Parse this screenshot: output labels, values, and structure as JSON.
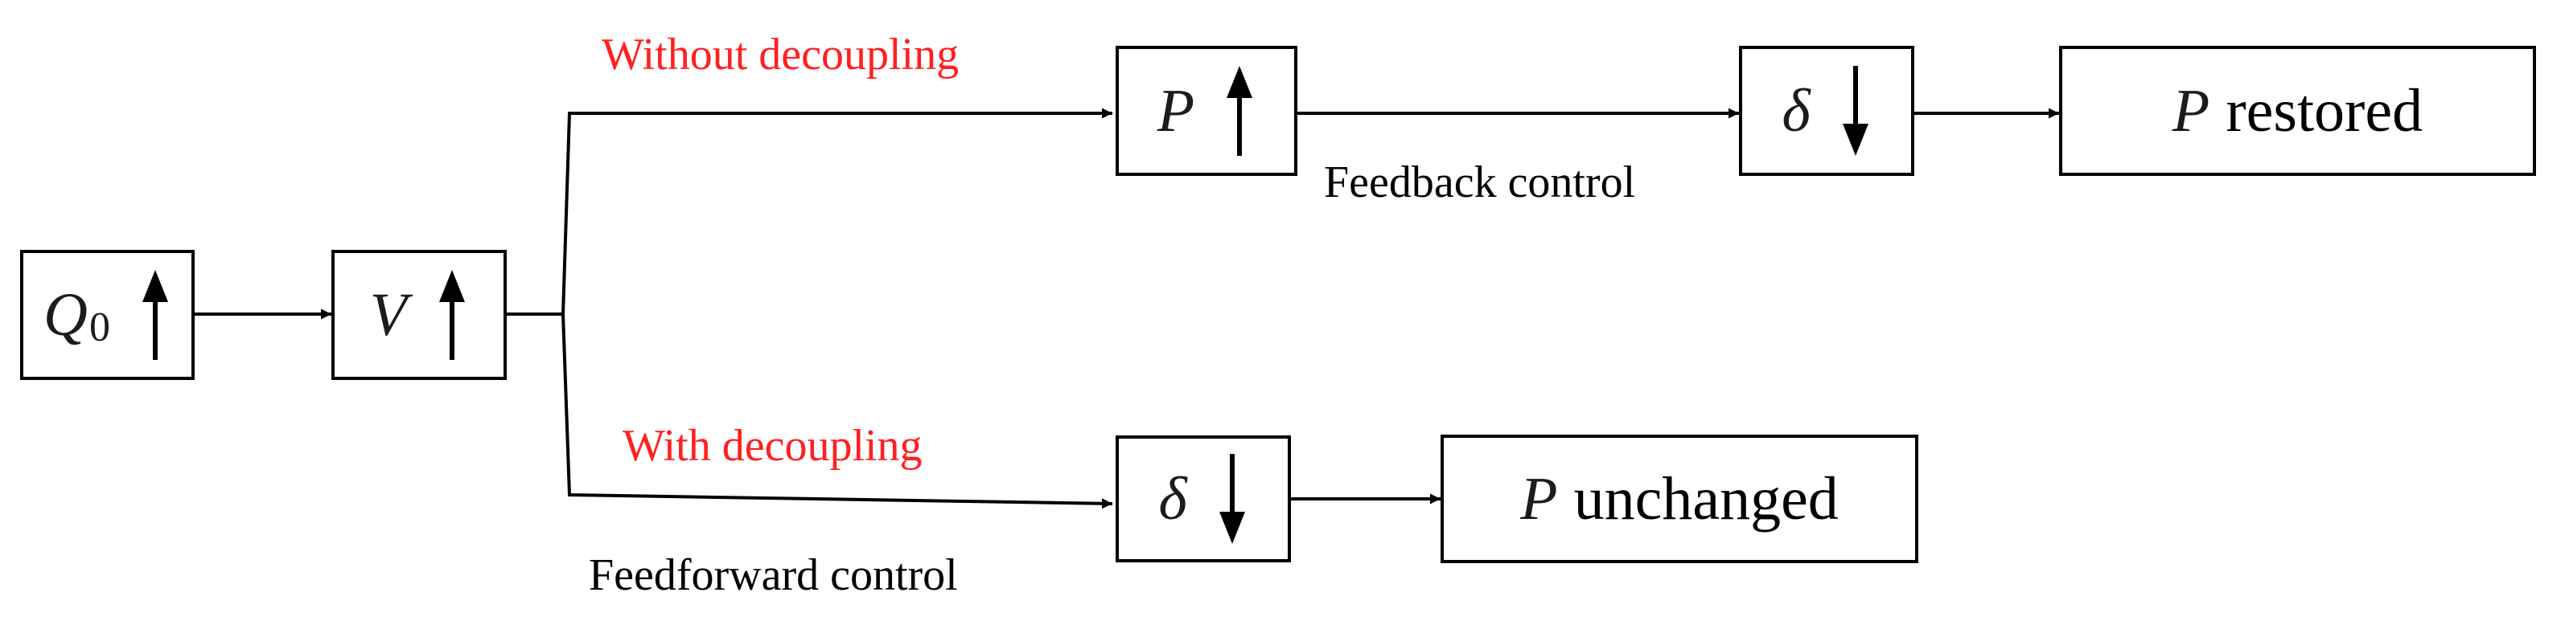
{
  "colors": {
    "line": "#000000",
    "branch_label": "#ff2020",
    "control_label": "#000000"
  },
  "nodes": {
    "q0": {
      "symbol": "Q",
      "subscript": "0",
      "direction": "up"
    },
    "v": {
      "symbol": "V",
      "direction": "up"
    },
    "p_top": {
      "symbol": "P",
      "direction": "up"
    },
    "delta_top": {
      "symbol": "δ",
      "direction": "down"
    },
    "p_restored": {
      "symbol": "P",
      "text": "restored"
    },
    "delta_bottom": {
      "symbol": "δ",
      "direction": "down"
    },
    "p_unchanged": {
      "symbol": "P",
      "text": "unchanged"
    }
  },
  "labels": {
    "without_decoupling": "Without decoupling",
    "with_decoupling": "With decoupling",
    "feedback_control": "Feedback control",
    "feedforward_control": "Feedforward control"
  }
}
